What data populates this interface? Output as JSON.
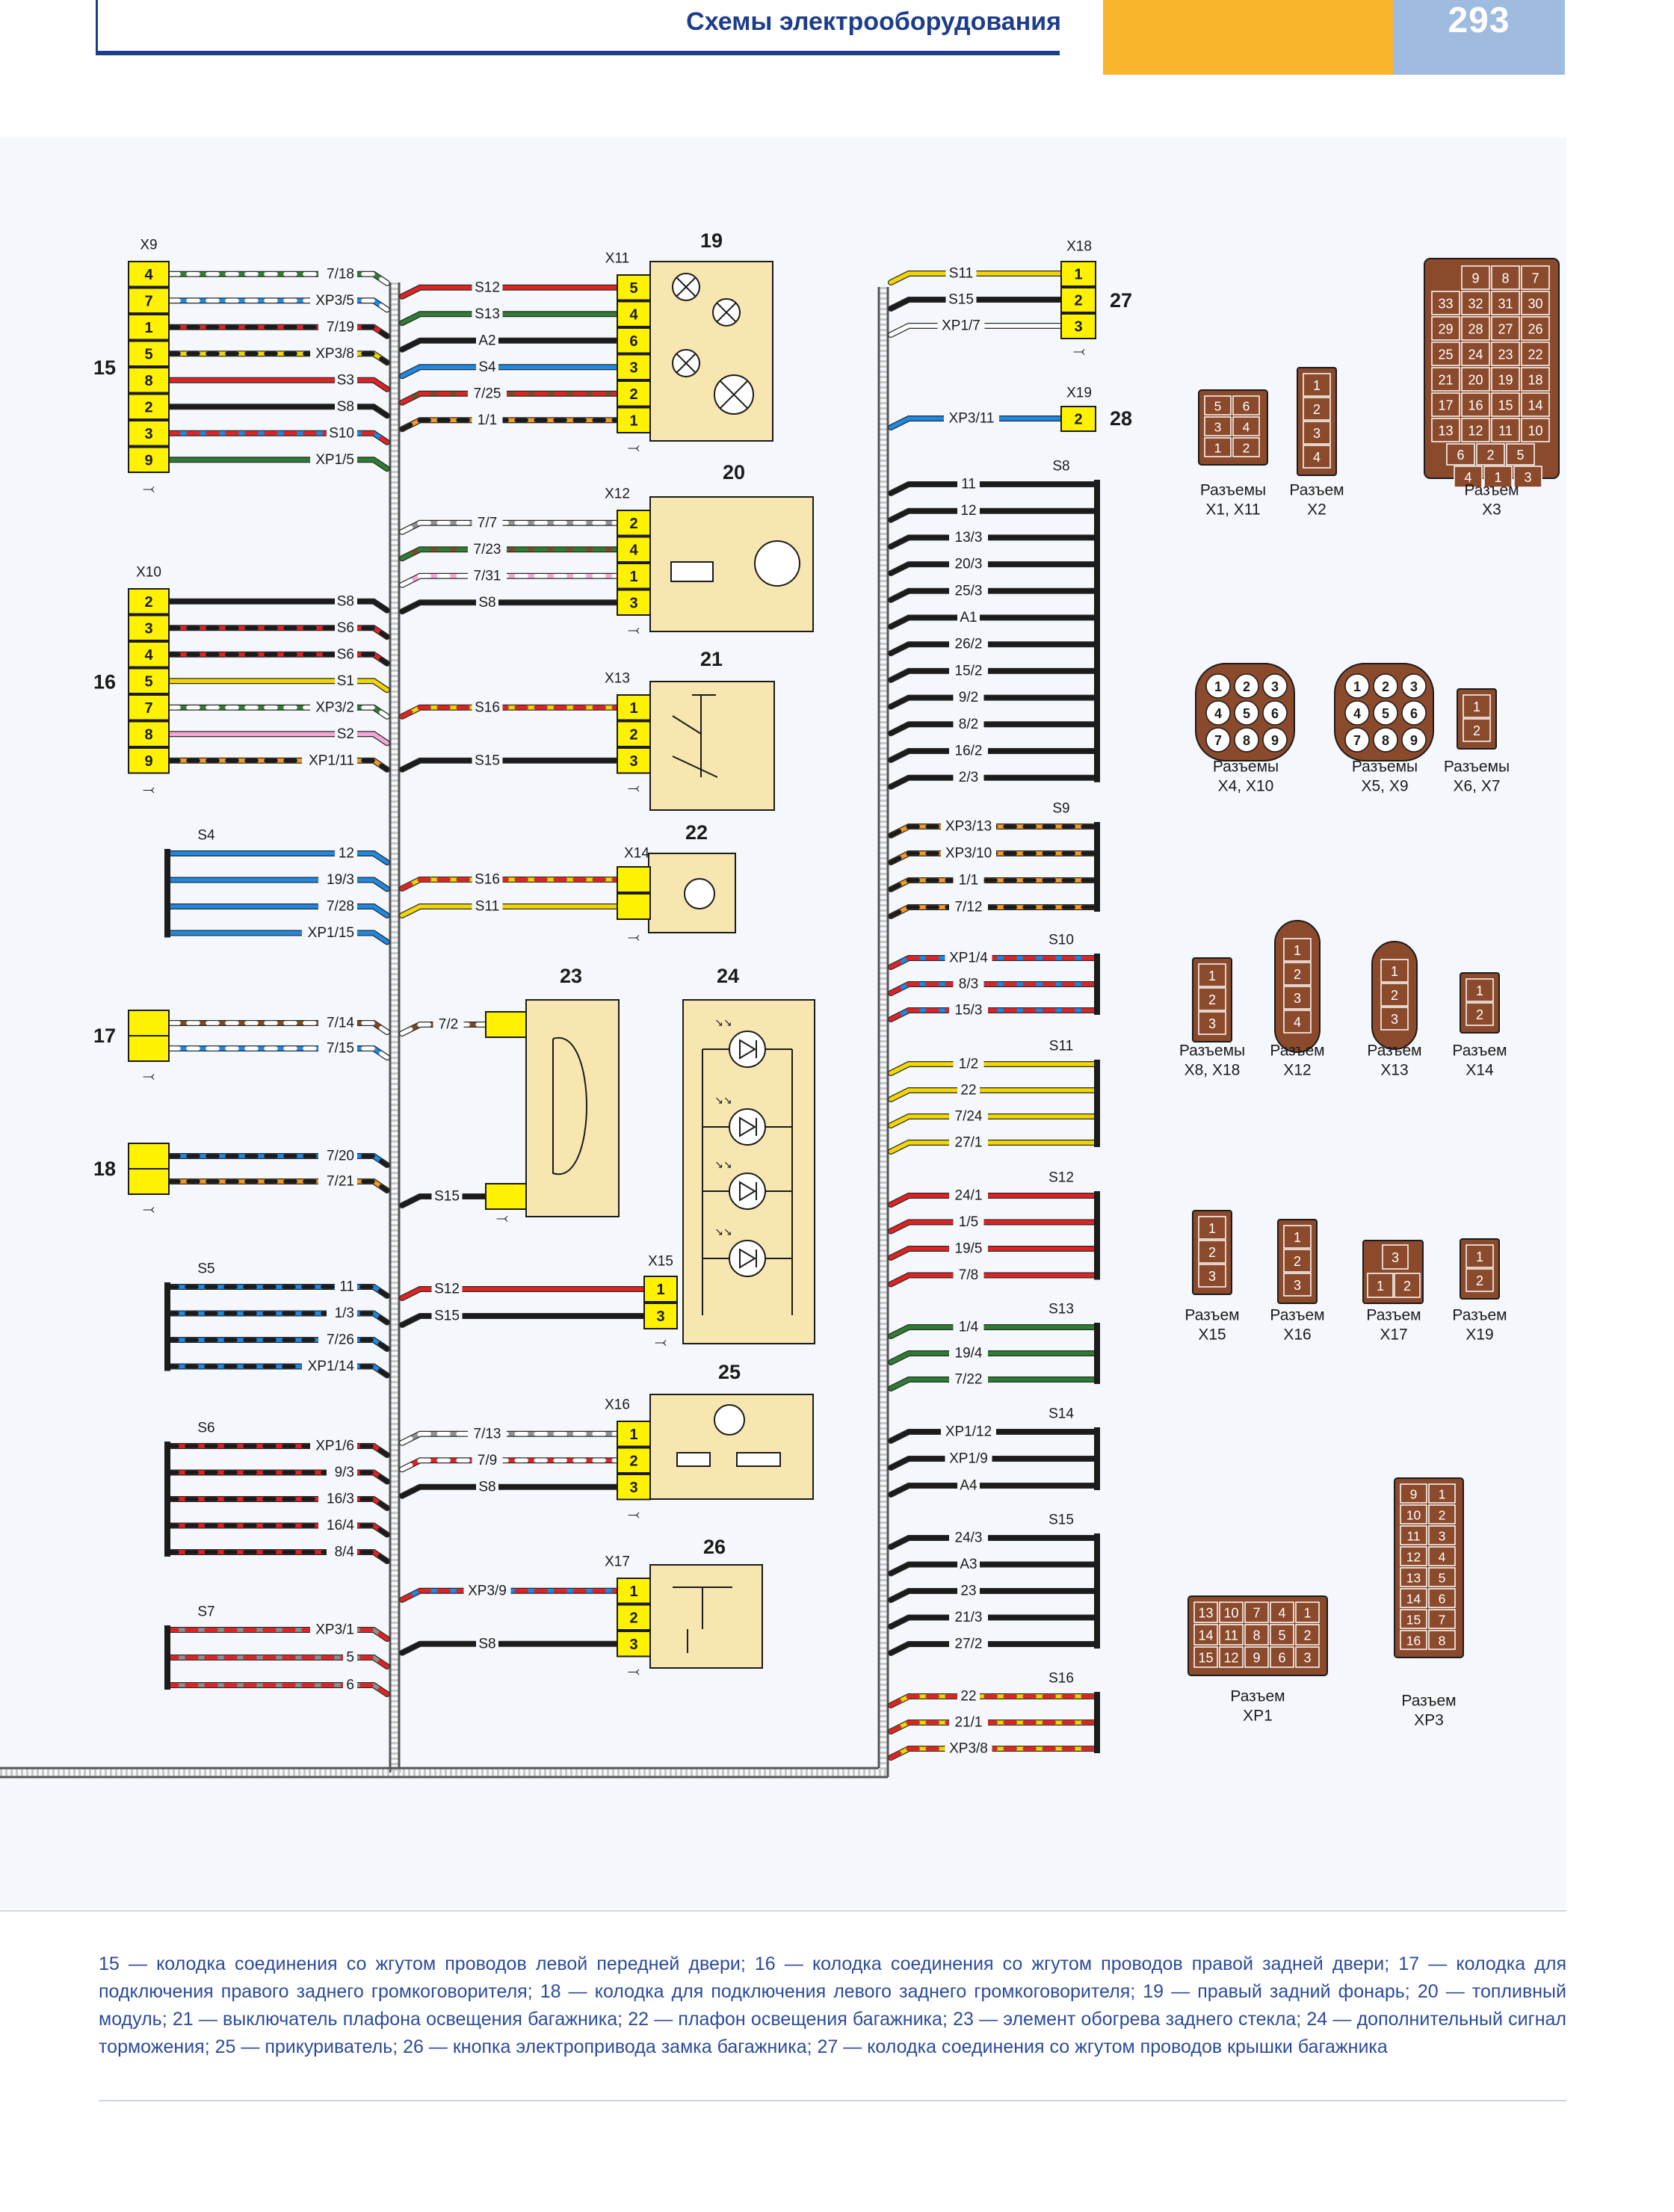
{
  "header": {
    "title": "Схемы электрооборудования",
    "page_number": "293"
  },
  "colors": {
    "ink": "#1b1b1b",
    "header_blue": "#1d3d8c",
    "header_orange": "#f9b52c",
    "header_pale_blue": "#9fbbe0",
    "pin_yellow": "#fff200",
    "component_tan": "#f8e6b0",
    "connector_brown": "#8b4a2b",
    "bus_grey": "#8c8c8c",
    "wire": {
      "black": "#1b1b1b",
      "red": "#e02222",
      "green": "#2e7d32",
      "blue": "#1e88e5",
      "yellow": "#f2d600",
      "orange": "#f59a23",
      "brown": "#7b4a25",
      "grey": "#909090",
      "white": "#ffffff",
      "pink": "#f4a6d0"
    }
  },
  "components": [
    {
      "num": "15",
      "connector": "X9",
      "pins": [
        {
          "pin": "4",
          "wire": "7/18",
          "colors": [
            "green",
            "white"
          ]
        },
        {
          "pin": "7",
          "wire": "XP3/5",
          "colors": [
            "blue",
            "white"
          ]
        },
        {
          "pin": "1",
          "wire": "7/19",
          "colors": [
            "red",
            "black"
          ]
        },
        {
          "pin": "5",
          "wire": "XP3/8",
          "colors": [
            "yellow",
            "black"
          ]
        },
        {
          "pin": "8",
          "wire": "S3",
          "colors": [
            "red"
          ]
        },
        {
          "pin": "2",
          "wire": "S8",
          "colors": [
            "black"
          ]
        },
        {
          "pin": "3",
          "wire": "S10",
          "colors": [
            "blue",
            "red"
          ]
        },
        {
          "pin": "9",
          "wire": "XP1/5",
          "colors": [
            "green"
          ]
        }
      ]
    },
    {
      "num": "16",
      "connector": "X10",
      "pins": [
        {
          "pin": "2",
          "wire": "S8",
          "colors": [
            "black"
          ]
        },
        {
          "pin": "3",
          "wire": "S6",
          "colors": [
            "red",
            "black"
          ]
        },
        {
          "pin": "4",
          "wire": "S6",
          "colors": [
            "red",
            "black"
          ]
        },
        {
          "pin": "5",
          "wire": "S1",
          "colors": [
            "yellow"
          ]
        },
        {
          "pin": "7",
          "wire": "XP3/2",
          "colors": [
            "green",
            "white"
          ]
        },
        {
          "pin": "8",
          "wire": "S2",
          "colors": [
            "pink"
          ]
        },
        {
          "pin": "9",
          "wire": "XP1/11",
          "colors": [
            "orange",
            "black"
          ]
        }
      ]
    },
    {
      "num": "17",
      "pins": [
        {
          "wire": "7/14",
          "colors": [
            "brown",
            "white"
          ]
        },
        {
          "wire": "7/15",
          "colors": [
            "blue",
            "white"
          ]
        }
      ]
    },
    {
      "num": "18",
      "pins": [
        {
          "wire": "7/20",
          "colors": [
            "blue",
            "black"
          ]
        },
        {
          "wire": "7/21",
          "colors": [
            "orange",
            "black"
          ]
        }
      ]
    },
    {
      "num": "19",
      "connector": "X11",
      "pins": [
        {
          "pin": "5",
          "wire": "S12",
          "colors": [
            "red"
          ]
        },
        {
          "pin": "4",
          "wire": "S13",
          "colors": [
            "green"
          ]
        },
        {
          "pin": "6",
          "wire": "A2",
          "colors": [
            "black"
          ]
        },
        {
          "pin": "3",
          "wire": "S4",
          "colors": [
            "blue"
          ]
        },
        {
          "pin": "2",
          "wire": "7/25",
          "colors": [
            "brown",
            "red"
          ]
        },
        {
          "pin": "1",
          "wire": "1/1",
          "colors": [
            "orange",
            "black"
          ]
        }
      ]
    },
    {
      "num": "20",
      "connector": "X12",
      "pins": [
        {
          "pin": "2",
          "wire": "7/7",
          "colors": [
            "grey",
            "white"
          ]
        },
        {
          "pin": "4",
          "wire": "7/23",
          "colors": [
            "brown",
            "green"
          ]
        },
        {
          "pin": "1",
          "wire": "7/31",
          "colors": [
            "pink",
            "white"
          ]
        },
        {
          "pin": "3",
          "wire": "S8",
          "colors": [
            "black"
          ]
        }
      ]
    },
    {
      "num": "21",
      "connector": "X13",
      "pins": [
        {
          "pin": "1",
          "wire": "S16",
          "colors": [
            "yellow",
            "red"
          ]
        },
        {
          "pin": "2"
        },
        {
          "pin": "3",
          "wire": "S15",
          "colors": [
            "black"
          ]
        }
      ]
    },
    {
      "num": "22",
      "connector": "X14",
      "pins": [
        {
          "wire": "S16",
          "colors": [
            "yellow",
            "red"
          ]
        },
        {
          "wire": "S11",
          "colors": [
            "yellow"
          ]
        }
      ]
    },
    {
      "num": "23",
      "pins": [
        {
          "wire": "7/2",
          "colors": [
            "brown",
            "white"
          ]
        },
        {
          "wire": "S15",
          "colors": [
            "black"
          ]
        }
      ]
    },
    {
      "num": "24",
      "connector": "X15",
      "pins": [
        {
          "pin": "1",
          "wire": "S12",
          "colors": [
            "red"
          ]
        },
        {
          "pin": "3",
          "wire": "S15",
          "colors": [
            "black"
          ]
        }
      ]
    },
    {
      "num": "25",
      "connector": "X16",
      "pins": [
        {
          "pin": "1",
          "wire": "7/13",
          "colors": [
            "grey",
            "white"
          ]
        },
        {
          "pin": "2",
          "wire": "7/9",
          "colors": [
            "red",
            "white"
          ]
        },
        {
          "pin": "3",
          "wire": "S8",
          "colors": [
            "black"
          ]
        }
      ]
    },
    {
      "num": "26",
      "connector": "X17",
      "pins": [
        {
          "pin": "1",
          "wire": "XP3/9",
          "colors": [
            "blue",
            "red"
          ]
        },
        {
          "pin": "2"
        },
        {
          "pin": "3",
          "wire": "S8",
          "colors": [
            "black"
          ]
        }
      ]
    },
    {
      "num": "27",
      "connector": "X18",
      "pins": [
        {
          "pin": "1",
          "wire": "S11",
          "colors": [
            "yellow"
          ]
        },
        {
          "pin": "2",
          "wire": "S15",
          "colors": [
            "black"
          ]
        },
        {
          "pin": "3",
          "wire": "XP1/7",
          "colors": [
            "white"
          ]
        }
      ]
    },
    {
      "num": "28",
      "connector": "X19",
      "pins": [
        {
          "pin": "2",
          "wire": "XP3/11",
          "colors": [
            "blue"
          ]
        }
      ]
    }
  ],
  "splices_left": [
    {
      "name": "S4",
      "wires": [
        {
          "label": "12",
          "colors": [
            "blue"
          ]
        },
        {
          "label": "19/3",
          "colors": [
            "blue"
          ]
        },
        {
          "label": "7/28",
          "colors": [
            "blue"
          ]
        },
        {
          "label": "XP1/15",
          "colors": [
            "blue"
          ]
        }
      ]
    },
    {
      "name": "S5",
      "wires": [
        {
          "label": "11",
          "colors": [
            "blue",
            "black"
          ]
        },
        {
          "label": "1/3",
          "colors": [
            "blue",
            "black"
          ]
        },
        {
          "label": "7/26",
          "colors": [
            "blue",
            "black"
          ]
        },
        {
          "label": "XP1/14",
          "colors": [
            "blue",
            "black"
          ]
        }
      ]
    },
    {
      "name": "S6",
      "wires": [
        {
          "label": "XP1/6",
          "colors": [
            "red",
            "black"
          ]
        },
        {
          "label": "9/3",
          "colors": [
            "red",
            "black"
          ]
        },
        {
          "label": "16/3",
          "colors": [
            "red",
            "black"
          ]
        },
        {
          "label": "16/4",
          "colors": [
            "red",
            "black"
          ]
        },
        {
          "label": "8/4",
          "colors": [
            "red",
            "black"
          ]
        }
      ]
    },
    {
      "name": "S7",
      "wires": [
        {
          "label": "XP3/1",
          "colors": [
            "grey",
            "red"
          ]
        },
        {
          "label": "5",
          "colors": [
            "grey",
            "red"
          ]
        },
        {
          "label": "6",
          "colors": [
            "grey",
            "red"
          ]
        }
      ]
    }
  ],
  "splices_right": [
    {
      "name": "S8",
      "wires": [
        {
          "label": "11",
          "colors": [
            "black"
          ]
        },
        {
          "label": "12",
          "colors": [
            "black"
          ]
        },
        {
          "label": "13/3",
          "colors": [
            "black"
          ]
        },
        {
          "label": "20/3",
          "colors": [
            "black"
          ]
        },
        {
          "label": "25/3",
          "colors": [
            "black"
          ]
        },
        {
          "label": "A1",
          "colors": [
            "black"
          ]
        },
        {
          "label": "26/2",
          "colors": [
            "black"
          ]
        },
        {
          "label": "15/2",
          "colors": [
            "black"
          ]
        },
        {
          "label": "9/2",
          "colors": [
            "black"
          ]
        },
        {
          "label": "8/2",
          "colors": [
            "black"
          ]
        },
        {
          "label": "16/2",
          "colors": [
            "black"
          ]
        },
        {
          "label": "2/3",
          "colors": [
            "black"
          ]
        }
      ]
    },
    {
      "name": "S9",
      "wires": [
        {
          "label": "XP3/13",
          "colors": [
            "orange",
            "black"
          ]
        },
        {
          "label": "XP3/10",
          "colors": [
            "orange",
            "black"
          ]
        },
        {
          "label": "1/1",
          "colors": [
            "orange",
            "black"
          ]
        },
        {
          "label": "7/12",
          "colors": [
            "orange",
            "black"
          ]
        }
      ]
    },
    {
      "name": "S10",
      "wires": [
        {
          "label": "XP1/4",
          "colors": [
            "blue",
            "red"
          ]
        },
        {
          "label": "8/3",
          "colors": [
            "blue",
            "red"
          ]
        },
        {
          "label": "15/3",
          "colors": [
            "blue",
            "red"
          ]
        }
      ]
    },
    {
      "name": "S11",
      "wires": [
        {
          "label": "1/2",
          "colors": [
            "yellow"
          ]
        },
        {
          "label": "22",
          "colors": [
            "yellow"
          ]
        },
        {
          "label": "7/24",
          "colors": [
            "yellow"
          ]
        },
        {
          "label": "27/1",
          "colors": [
            "yellow"
          ]
        }
      ]
    },
    {
      "name": "S12",
      "wires": [
        {
          "label": "24/1",
          "colors": [
            "red"
          ]
        },
        {
          "label": "1/5",
          "colors": [
            "red"
          ]
        },
        {
          "label": "19/5",
          "colors": [
            "red"
          ]
        },
        {
          "label": "7/8",
          "colors": [
            "red"
          ]
        }
      ]
    },
    {
      "name": "S13",
      "wires": [
        {
          "label": "1/4",
          "colors": [
            "green"
          ]
        },
        {
          "label": "19/4",
          "colors": [
            "green"
          ]
        },
        {
          "label": "7/22",
          "colors": [
            "green"
          ]
        }
      ]
    },
    {
      "name": "S14",
      "wires": [
        {
          "label": "XP1/12",
          "colors": [
            "black"
          ]
        },
        {
          "label": "XP1/9",
          "colors": [
            "black"
          ]
        },
        {
          "label": "A4",
          "colors": [
            "black"
          ]
        }
      ]
    },
    {
      "name": "S15",
      "wires": [
        {
          "label": "24/3",
          "colors": [
            "black"
          ]
        },
        {
          "label": "A3",
          "colors": [
            "black"
          ]
        },
        {
          "label": "23",
          "colors": [
            "black"
          ]
        },
        {
          "label": "21/3",
          "colors": [
            "black"
          ]
        },
        {
          "label": "27/2",
          "colors": [
            "black"
          ]
        }
      ]
    },
    {
      "name": "S16",
      "wires": [
        {
          "label": "22",
          "colors": [
            "yellow",
            "red"
          ]
        },
        {
          "label": "21/1",
          "colors": [
            "yellow",
            "red"
          ]
        },
        {
          "label": "XP3/8",
          "colors": [
            "yellow",
            "red"
          ]
        }
      ]
    }
  ],
  "connector_views": [
    {
      "caption": [
        "Разъемы",
        "X1, X11"
      ],
      "layout": "grid",
      "cols": 2,
      "cells": [
        "5",
        "6",
        "3",
        "4",
        "1",
        "2"
      ]
    },
    {
      "caption": [
        "Разъем",
        "X2"
      ],
      "layout": "col",
      "cells": [
        "1",
        "2",
        "3",
        "4"
      ]
    },
    {
      "caption": [
        "Разъем",
        "X3"
      ],
      "layout": "x3",
      "cells": [
        "9",
        "8",
        "7",
        "33",
        "32",
        "31",
        "30",
        "29",
        "28",
        "27",
        "26",
        "25",
        "24",
        "23",
        "22",
        "21",
        "20",
        "19",
        "18",
        "17",
        "16",
        "15",
        "14",
        "13",
        "12",
        "11",
        "10",
        "6",
        "2",
        "5",
        "4",
        "1",
        "3"
      ]
    },
    {
      "caption": [
        "Разъемы",
        "X4, X10"
      ],
      "layout": "round9",
      "cells": [
        "1",
        "2",
        "3",
        "4",
        "5",
        "6",
        "7",
        "8",
        "9"
      ]
    },
    {
      "caption": [
        "Разъемы",
        "X5, X9"
      ],
      "layout": "round9",
      "cells": [
        "1",
        "2",
        "3",
        "4",
        "5",
        "6",
        "7",
        "8",
        "9"
      ]
    },
    {
      "caption": [
        "Разъемы",
        "X6, X7"
      ],
      "layout": "col",
      "cells": [
        "1",
        "2"
      ]
    },
    {
      "caption": [
        "Разъемы",
        "X8, X18"
      ],
      "layout": "col",
      "cells": [
        "1",
        "2",
        "3"
      ]
    },
    {
      "caption": [
        "Разъем",
        "X12"
      ],
      "layout": "oval",
      "cells": [
        "1",
        "2",
        "3",
        "4"
      ]
    },
    {
      "caption": [
        "Разъем",
        "X13"
      ],
      "layout": "oval",
      "cells": [
        "1",
        "2",
        "3"
      ]
    },
    {
      "caption": [
        "Разъем",
        "X14"
      ],
      "layout": "col",
      "cells": [
        "1",
        "2"
      ]
    },
    {
      "caption": [
        "Разъем",
        "X15"
      ],
      "layout": "col",
      "cells": [
        "1",
        "2",
        "3"
      ]
    },
    {
      "caption": [
        "Разъем",
        "X16"
      ],
      "layout": "col",
      "cells": [
        "1",
        "2",
        "3"
      ]
    },
    {
      "caption": [
        "Разъем",
        "X17"
      ],
      "layout": "t",
      "cells": [
        "3",
        "1",
        "2"
      ]
    },
    {
      "caption": [
        "Разъем",
        "X19"
      ],
      "layout": "col",
      "cells": [
        "1",
        "2"
      ]
    },
    {
      "caption": [
        "Разъем",
        "XP1"
      ],
      "layout": "grid",
      "cols": 5,
      "cells": [
        "13",
        "10",
        "7",
        "4",
        "1",
        "14",
        "11",
        "8",
        "5",
        "2",
        "15",
        "12",
        "9",
        "6",
        "3"
      ]
    },
    {
      "caption": [
        "Разъем",
        "XP3"
      ],
      "layout": "grid",
      "cols": 2,
      "cells": [
        "9",
        "1",
        "10",
        "2",
        "11",
        "3",
        "12",
        "4",
        "13",
        "5",
        "14",
        "6",
        "15",
        "7",
        "16",
        "8"
      ]
    }
  ],
  "caption": "15 — колодка соединения со жгутом проводов левой передней двери; 16 — колодка соединения со жгутом проводов правой задней двери; 17 — колодка для подключения правого заднего громкоговорителя; 18 — колодка для подключения левого заднего громкоговорителя; 19 — правый задний фонарь; 20 — топливный модуль; 21 — выключатель плафона освещения багажника; 22 — плафон освещения багажника; 23 — элемент обогрева заднего стекла; 24 — дополнительный сигнал торможения; 25 — прикуриватель; 26 — кнопка электропривода замка багажника; 27 — колодка соединения со жгутом проводов крышки багажника"
}
